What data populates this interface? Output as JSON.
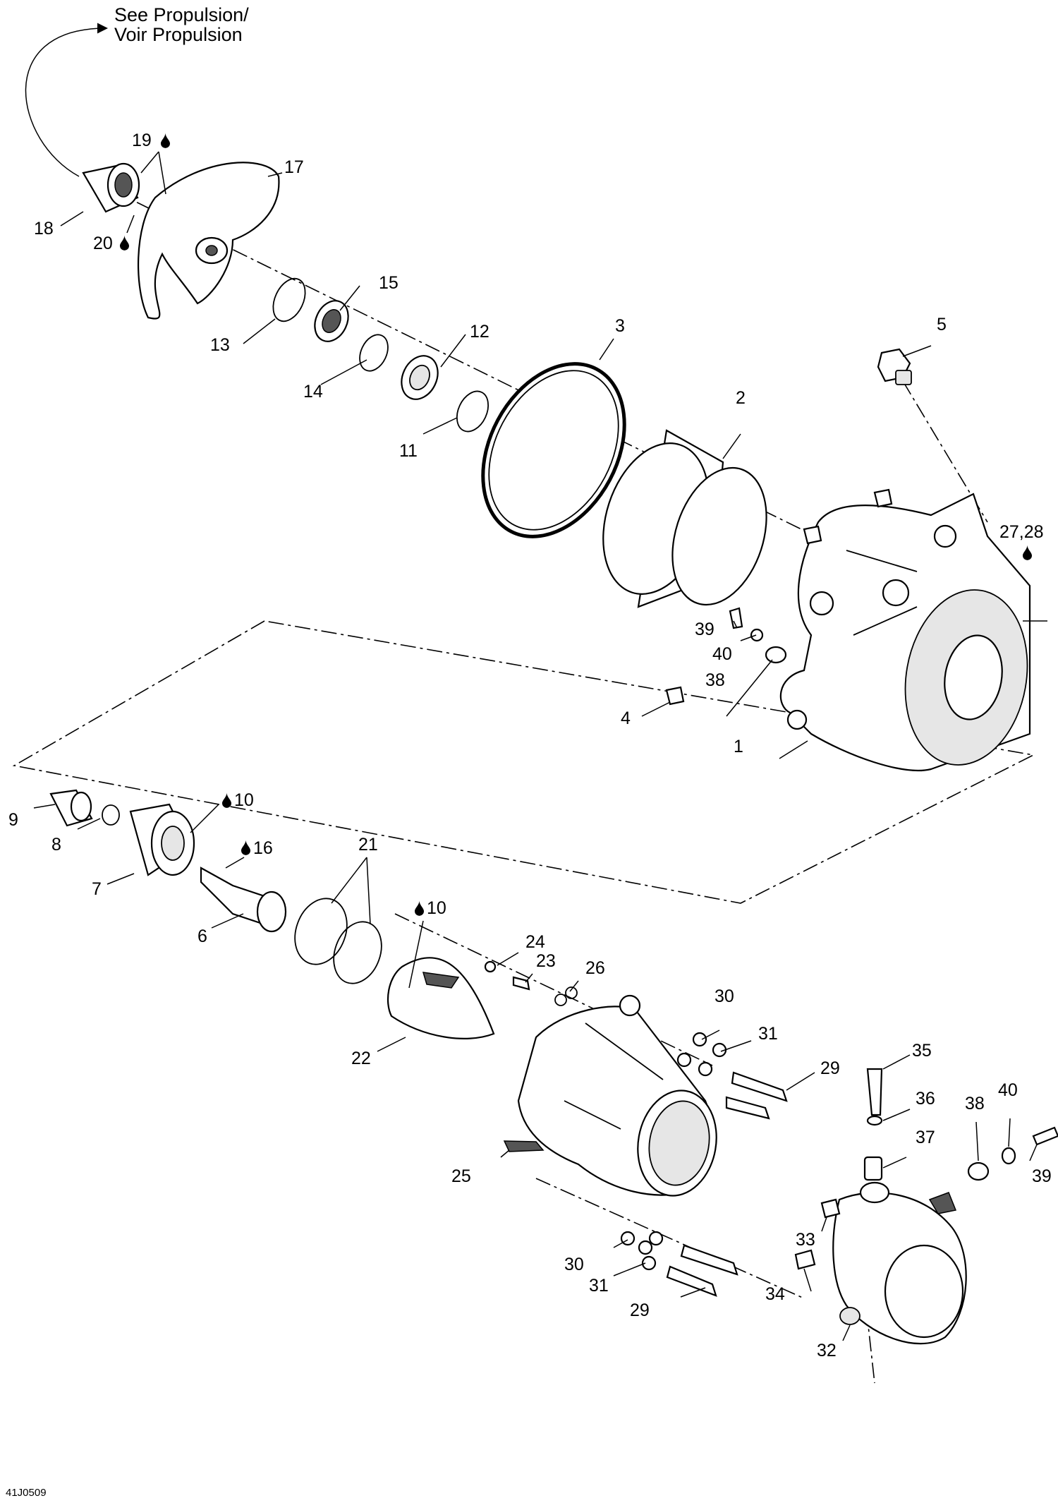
{
  "header": {
    "note_line1": "See Propulsion/",
    "note_line2": "Voir Propulsion"
  },
  "footer": {
    "code": "41J0509"
  },
  "labels": {
    "l1": "1",
    "l2": "2",
    "l3": "3",
    "l4": "4",
    "l5": "5",
    "l6": "6",
    "l7": "7",
    "l8": "8",
    "l9": "9",
    "l10a": "10",
    "l10b": "10",
    "l11": "11",
    "l12": "12",
    "l13": "13",
    "l14": "14",
    "l15": "15",
    "l16": "16",
    "l17": "17",
    "l18": "18",
    "l19": "19",
    "l20": "20",
    "l21": "21",
    "l22": "22",
    "l23": "23",
    "l24": "24",
    "l25": "25",
    "l26": "26",
    "l2728": "27,28",
    "l29a": "29",
    "l29b": "29",
    "l30a": "30",
    "l30b": "30",
    "l31a": "31",
    "l31b": "31",
    "l32": "32",
    "l33": "33",
    "l34": "34",
    "l35": "35",
    "l36": "36",
    "l37": "37",
    "l38a": "38",
    "l38b": "38",
    "l39a": "39",
    "l39b": "39",
    "l40a": "40",
    "l40b": "40"
  },
  "icons": {
    "lubricant": "oil-drop-icon"
  }
}
